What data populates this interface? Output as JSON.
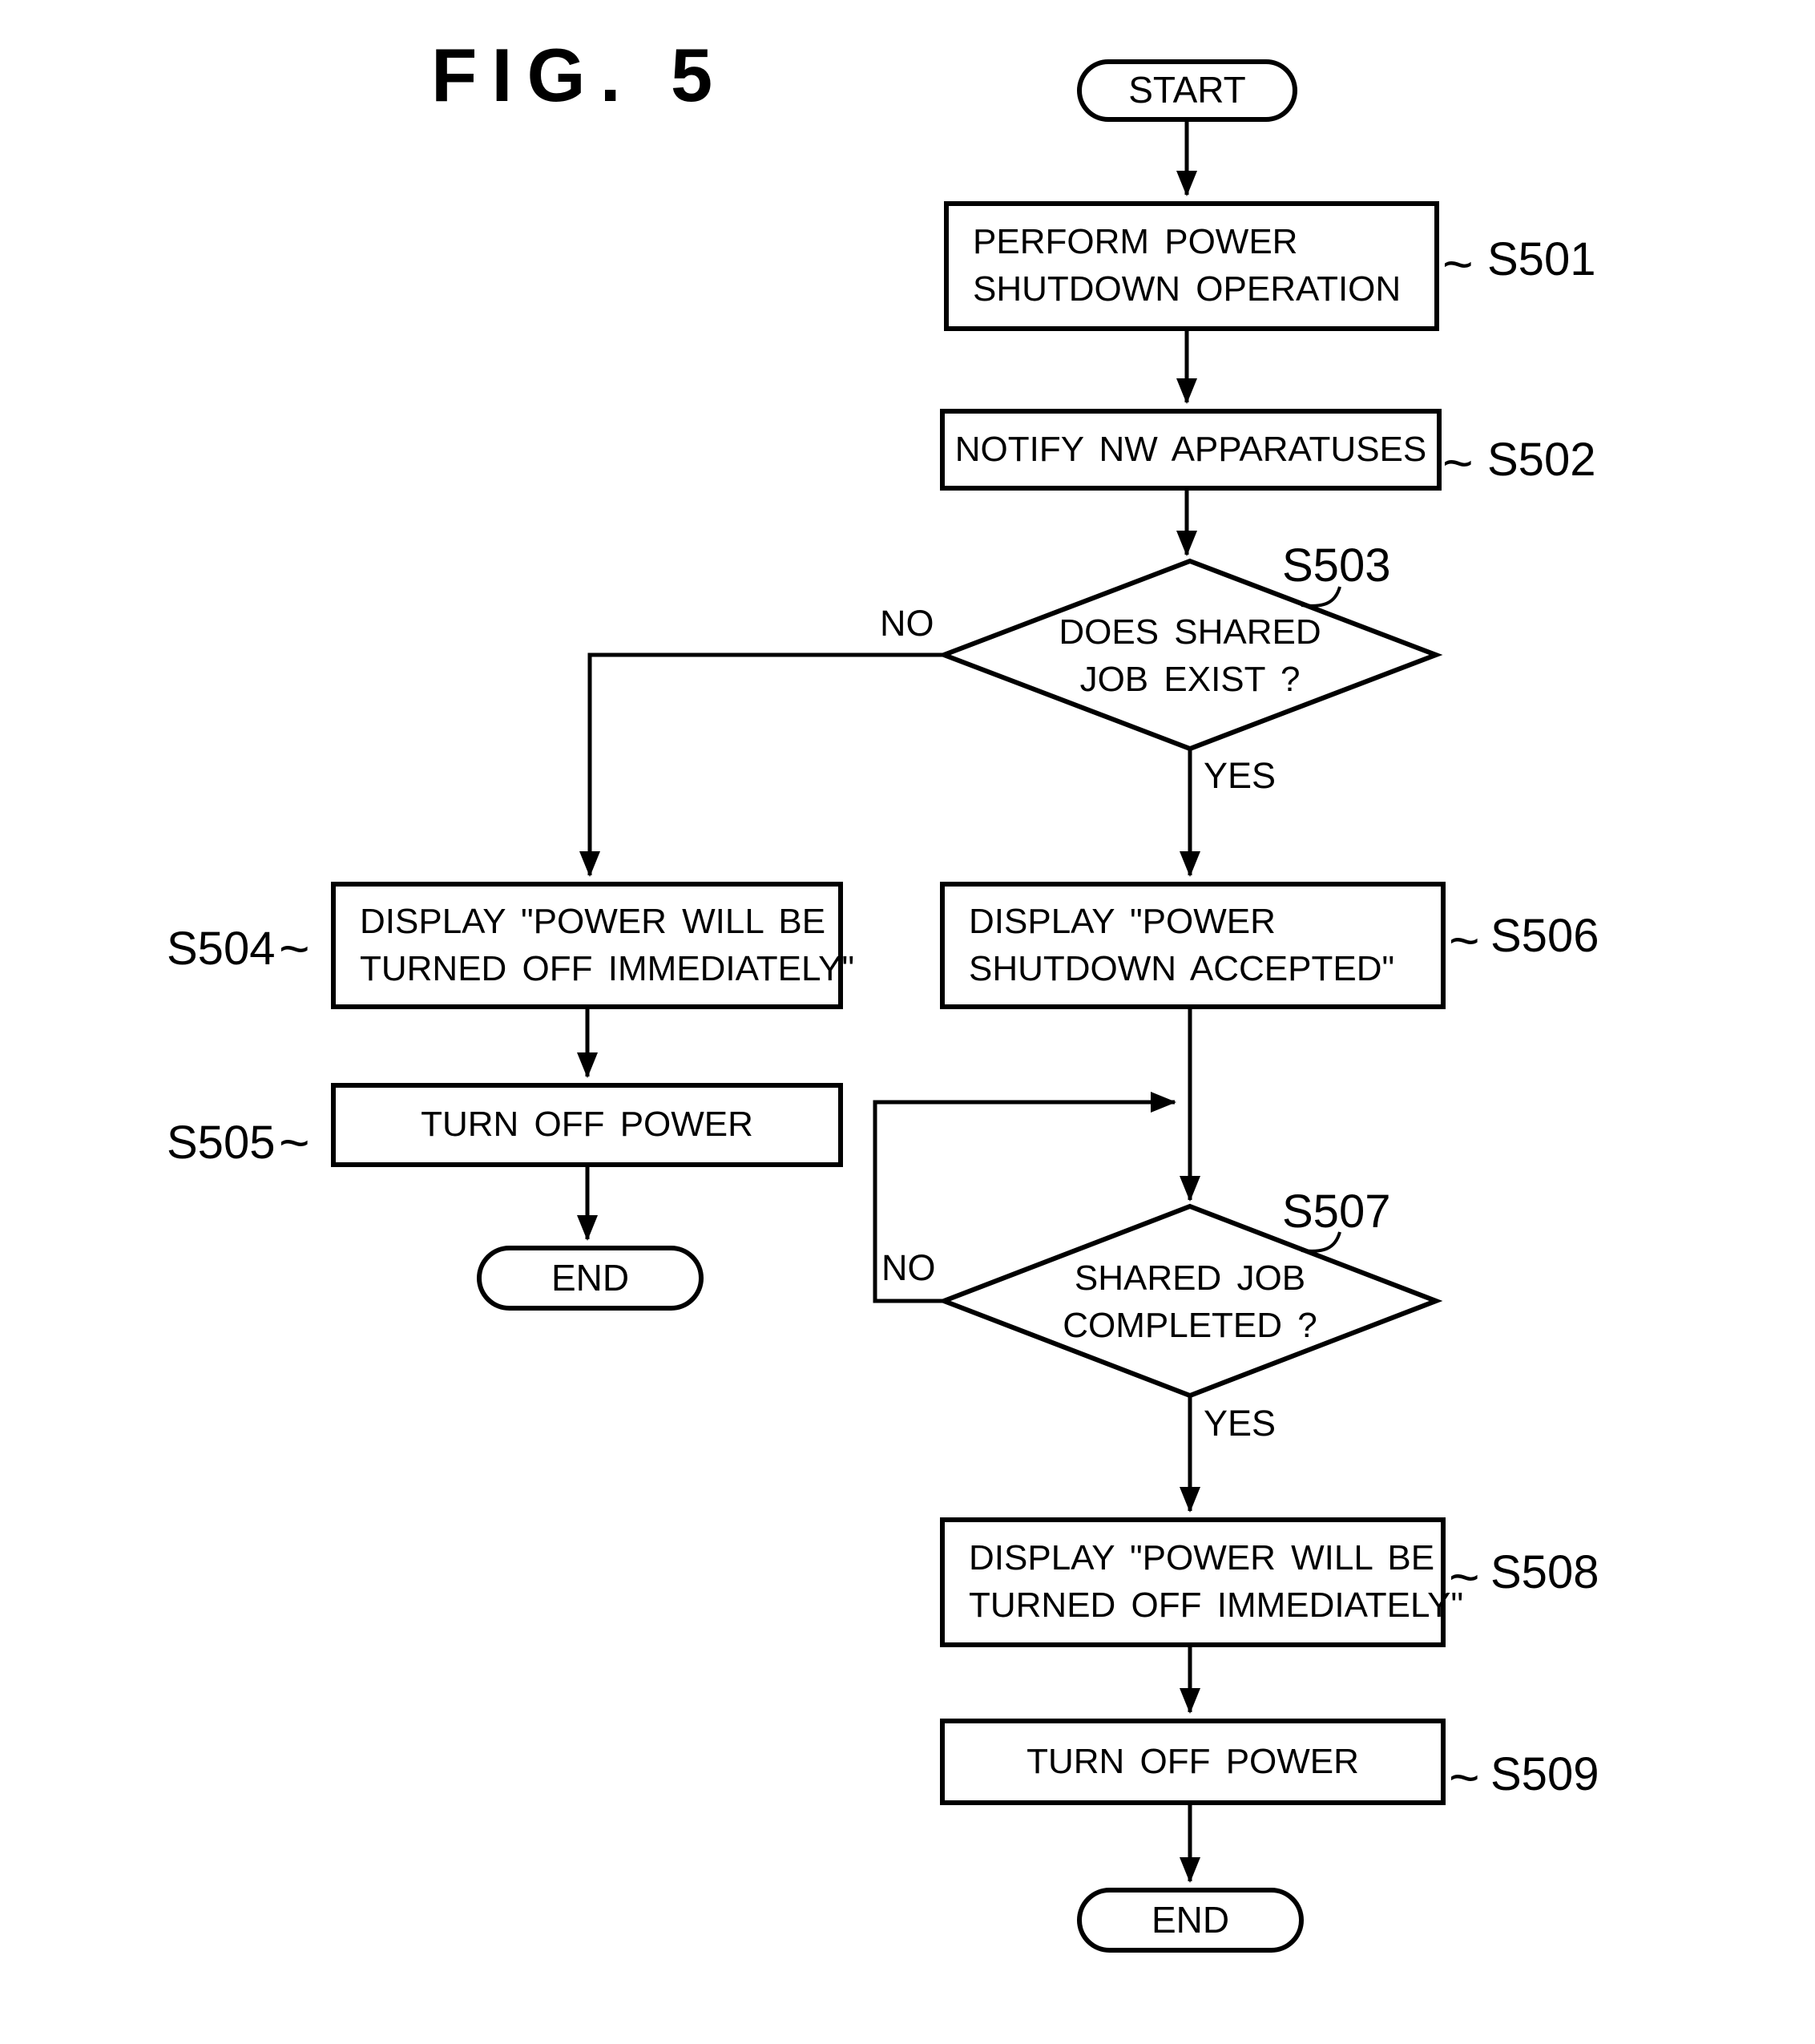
{
  "figure": {
    "title": "FIG. 5"
  },
  "glyphs": {
    "tilde": "~"
  },
  "nodes": {
    "start": {
      "label": "START"
    },
    "s501": {
      "id": "S501",
      "lines": [
        "PERFORM POWER",
        "SHUTDOWN OPERATION"
      ]
    },
    "s502": {
      "id": "S502",
      "text": "NOTIFY NW APPARATUSES"
    },
    "s503": {
      "id": "S503",
      "lines": [
        "DOES SHARED",
        "JOB EXIST ?"
      ]
    },
    "s504": {
      "id": "S504",
      "lines": [
        "DISPLAY \"POWER WILL BE",
        "TURNED OFF IMMEDIATELY\""
      ]
    },
    "s505": {
      "id": "S505",
      "text": "TURN OFF POWER"
    },
    "s506": {
      "id": "S506",
      "lines": [
        "DISPLAY \"POWER",
        "SHUTDOWN ACCEPTED\""
      ]
    },
    "s507": {
      "id": "S507",
      "lines": [
        "SHARED JOB",
        "COMPLETED ?"
      ]
    },
    "s508": {
      "id": "S508",
      "lines": [
        "DISPLAY \"POWER WILL BE",
        "TURNED OFF IMMEDIATELY\""
      ]
    },
    "s509": {
      "id": "S509",
      "text": "TURN OFF POWER"
    },
    "end_left": {
      "label": "END"
    },
    "end_right": {
      "label": "END"
    }
  },
  "branches": {
    "s503_no": "NO",
    "s503_yes": "YES",
    "s507_no": "NO",
    "s507_yes": "YES"
  },
  "colors": {
    "line": "#000000",
    "background": "#ffffff"
  }
}
